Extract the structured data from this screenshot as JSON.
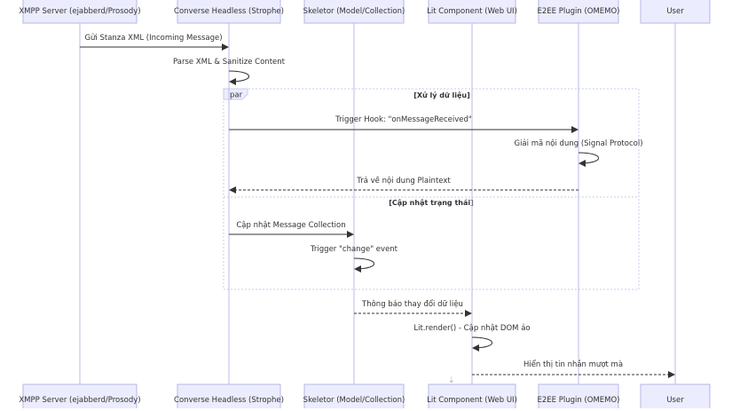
{
  "actors": [
    {
      "id": "xmpp",
      "label": "XMPP Server (ejabberd/Prosody)"
    },
    {
      "id": "conv",
      "label": "Converse Headless (Strophe)"
    },
    {
      "id": "skel",
      "label": "Skeletor (Model/Collection)"
    },
    {
      "id": "lit",
      "label": "Lit Component (Web UI)"
    },
    {
      "id": "e2ee",
      "label": "E2EE Plugin (OMEMO)"
    },
    {
      "id": "user",
      "label": "User"
    }
  ],
  "messages": [
    {
      "from": "xmpp",
      "to": "conv",
      "label": "Gửi Stanza XML (Incoming Message)",
      "style": "solid"
    },
    {
      "from": "conv",
      "to": "conv",
      "label": "Parse XML & Sanitize Content",
      "style": "solid"
    },
    {
      "from": "conv",
      "to": "e2ee",
      "label": "Trigger Hook: \"onMessageReceived\"",
      "style": "solid"
    },
    {
      "from": "e2ee",
      "to": "e2ee",
      "label": "Giải mã nội dung (Signal Protocol)",
      "style": "solid"
    },
    {
      "from": "e2ee",
      "to": "conv",
      "label": "Trả về nội dung Plaintext",
      "style": "dotted"
    },
    {
      "from": "conv",
      "to": "skel",
      "label": "Cập nhật Message Collection",
      "style": "solid"
    },
    {
      "from": "skel",
      "to": "skel",
      "label": "Trigger \"change\" event",
      "style": "solid"
    },
    {
      "from": "skel",
      "to": "lit",
      "label": "Thông báo thay đổi dữ liệu",
      "style": "dotted"
    },
    {
      "from": "lit",
      "to": "lit",
      "label": "Lit.render() - Cập nhật DOM ảo",
      "style": "solid"
    },
    {
      "from": "lit",
      "to": "user",
      "label": "Hiển thị tin nhắn mượt mà",
      "style": "dotted"
    }
  ],
  "par_frame": {
    "tag": "par",
    "sections": [
      "[Xử lý dữ liệu]",
      "[Cập nhật trạng thái]"
    ]
  }
}
